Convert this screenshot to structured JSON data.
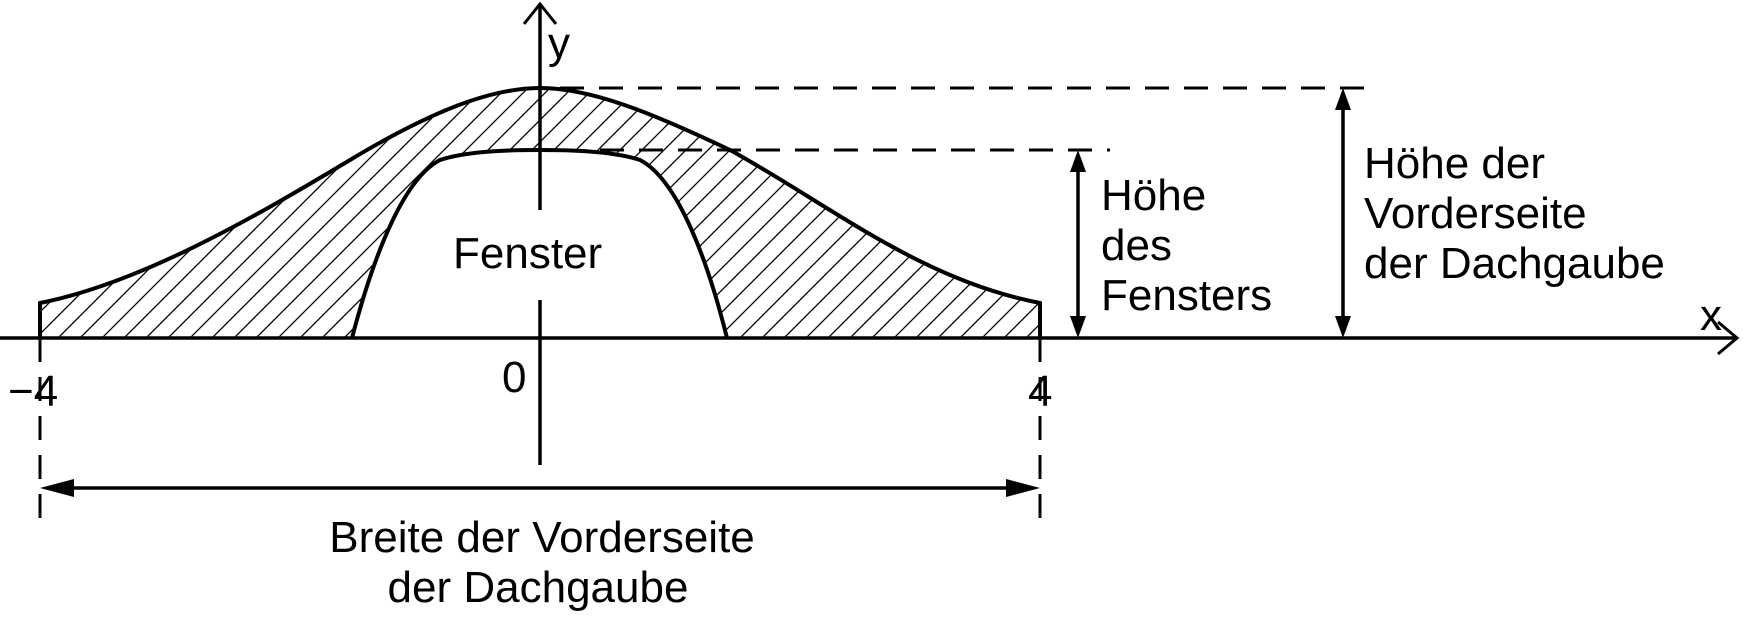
{
  "axes": {
    "x_label": "x",
    "y_label": "y",
    "origin_label": "0",
    "x_min_label": "−4",
    "x_max_label": "4"
  },
  "window_label": "Fenster",
  "window_height_label": [
    "Höhe",
    "des",
    "Fensters"
  ],
  "front_height_label": [
    "Höhe der",
    "Vorderseite",
    "der Dachgaube"
  ],
  "width_label": [
    "Breite der Vorderseite",
    "der Dachgaube"
  ]
}
